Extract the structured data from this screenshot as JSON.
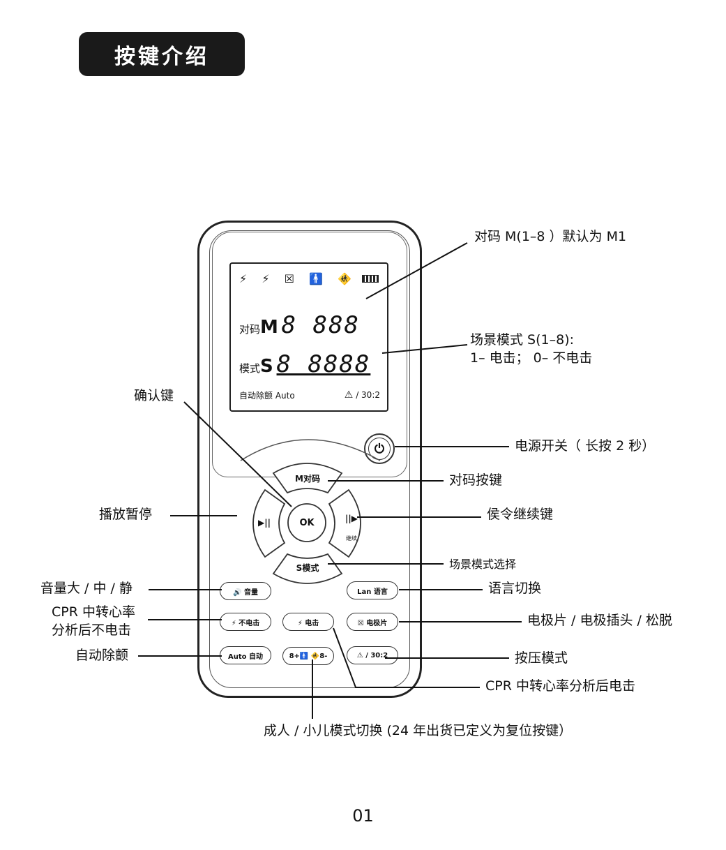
{
  "page_title": "按键介绍",
  "page_number": "01",
  "lcd": {
    "row1_icons": "⚡ ⚡ ☒ 🚹 🚸",
    "code_label": "对码",
    "code_letter": "M",
    "code_digits": "8 888",
    "mode_label": "模式",
    "mode_letter": "S",
    "mode_digits": "8 8888",
    "bottom_left": "自动除颤 Auto",
    "bottom_right": "/ 30:2"
  },
  "buttons": {
    "m_code": "M对码",
    "ok": "OK",
    "play_pause": "▶||",
    "continue": "||▶",
    "continue_sub": "继续",
    "s_mode": "S模式",
    "volume": "🔊 音量",
    "lang": "Lan 语言",
    "no_shock": "⚡ 不电击",
    "shock": "⚡ 电击",
    "electrode": "☒ 电极片",
    "auto": "Auto 自动",
    "adult_child": "8+🚹 🚸8-",
    "press": "⚠ / 30:2"
  },
  "labels": {
    "code_range": "对码 M(1–8 ）默认为 M1",
    "scene_line1": "场景模式 S(1–8):",
    "scene_line2": "1– 电击； 0– 不电击",
    "confirm": "确认键",
    "power": "电源开关（ 长按 2 秒）",
    "code_key": "对码按键",
    "play_pause": "播放暂停",
    "standby": "侯令继续键",
    "scene_select": "场景模式选择",
    "volume": "音量大 / 中 / 静",
    "language": "语言切换",
    "cpr_no_shock_1": "CPR 中转心率",
    "cpr_no_shock_2": "分析后不电击",
    "electrode": "电极片 / 电极插头 / 松脱",
    "auto": "自动除颤",
    "press_mode": "按压模式",
    "cpr_shock": "CPR 中转心率分析后电击",
    "adult_child": "成人 / 小儿模式切换 (24 年出货已定义为复位按键）"
  }
}
